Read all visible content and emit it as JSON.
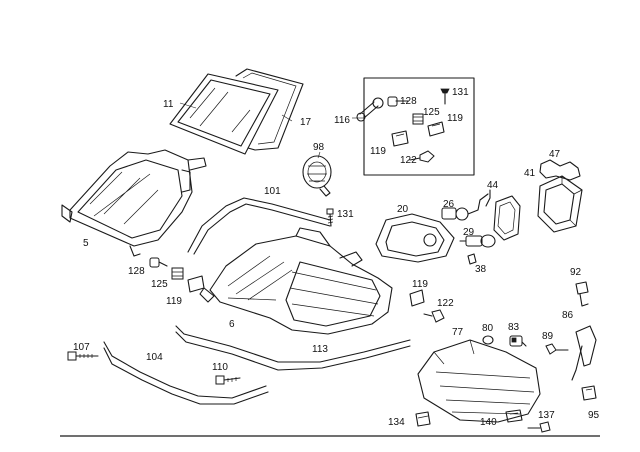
{
  "diagram": {
    "part_numbers": {
      "p11": "11",
      "p17": "17",
      "p5": "5",
      "p98": "98",
      "p101": "101",
      "p131a": "131",
      "p116": "116",
      "p128a": "128",
      "p125a": "125",
      "p131b": "131",
      "p119a": "119",
      "p119b": "119",
      "p122a": "122",
      "p47": "47",
      "p41": "41",
      "p44": "44",
      "p26": "26",
      "p20": "20",
      "p29": "29",
      "p38": "38",
      "p128b": "128",
      "p125b": "125",
      "p119c": "119",
      "p6": "6",
      "p119d": "119",
      "p122b": "122",
      "p92": "92",
      "p86": "86",
      "p77": "77",
      "p80": "80",
      "p83": "83",
      "p89": "89",
      "p107": "107",
      "p104": "104",
      "p113": "113",
      "p110": "110",
      "p134": "134",
      "p140": "140",
      "p137": "137",
      "p95": "95"
    }
  }
}
